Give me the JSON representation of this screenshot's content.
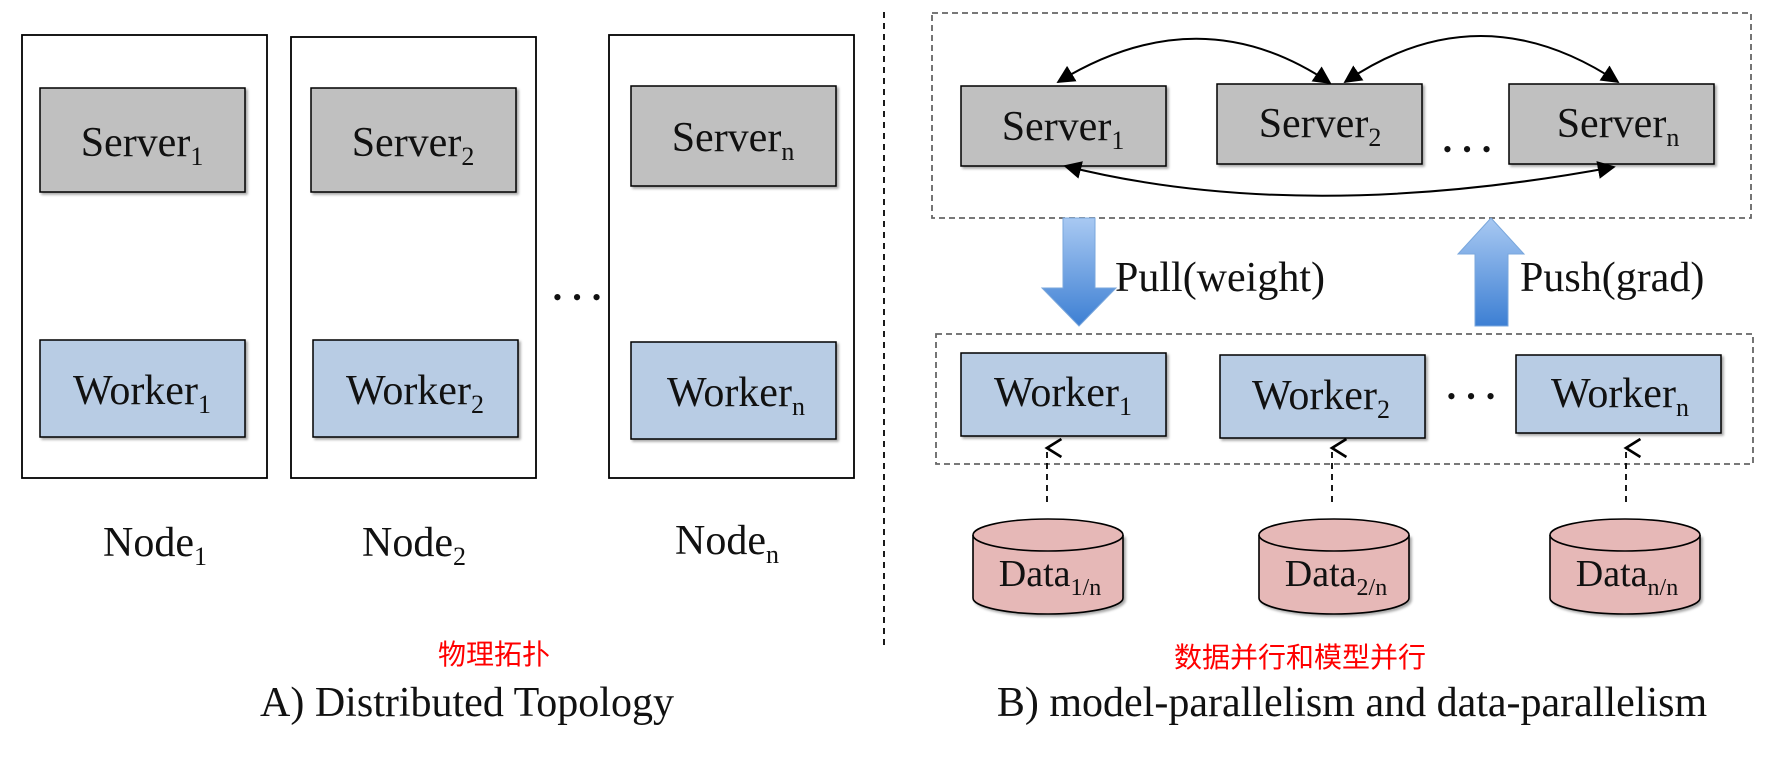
{
  "colors": {
    "server_fill": "#c0c0c0",
    "worker_fill": "#b8cce4",
    "data_fill": "#e6b8b7",
    "arrow_fill": "#5b9bd5",
    "note_color": "#ff0000",
    "border": "#000000"
  },
  "panel_a": {
    "nodes": [
      {
        "server": {
          "base": "Server",
          "sub": "1"
        },
        "worker": {
          "base": "Worker",
          "sub": "1"
        },
        "label": {
          "base": "Node",
          "sub": "1"
        }
      },
      {
        "server": {
          "base": "Server",
          "sub": "2"
        },
        "worker": {
          "base": "Worker",
          "sub": "2"
        },
        "label": {
          "base": "Node",
          "sub": "2"
        }
      },
      {
        "server": {
          "base": "Server",
          "sub": "n"
        },
        "worker": {
          "base": "Worker",
          "sub": "n"
        },
        "label": {
          "base": "Node",
          "sub": "n"
        }
      }
    ],
    "ellipsis": "• • •",
    "note": "物理拓扑",
    "caption": "A) Distributed Topology"
  },
  "panel_b": {
    "servers": [
      {
        "base": "Server",
        "sub": "1"
      },
      {
        "base": "Server",
        "sub": "2"
      },
      {
        "base": "Server",
        "sub": "n"
      }
    ],
    "workers": [
      {
        "base": "Worker",
        "sub": "1"
      },
      {
        "base": "Worker",
        "sub": "2"
      },
      {
        "base": "Worker",
        "sub": "n"
      }
    ],
    "data": [
      {
        "base": "Data",
        "sub": "1/n"
      },
      {
        "base": "Data",
        "sub": "2/n"
      },
      {
        "base": "Data",
        "sub": "n/n"
      }
    ],
    "ellipsis": "• • •",
    "pull_label": "Pull(weight)",
    "push_label": "Push(grad)",
    "note": "数据并行和模型并行",
    "caption": "B) model-parallelism and data-parallelism"
  }
}
